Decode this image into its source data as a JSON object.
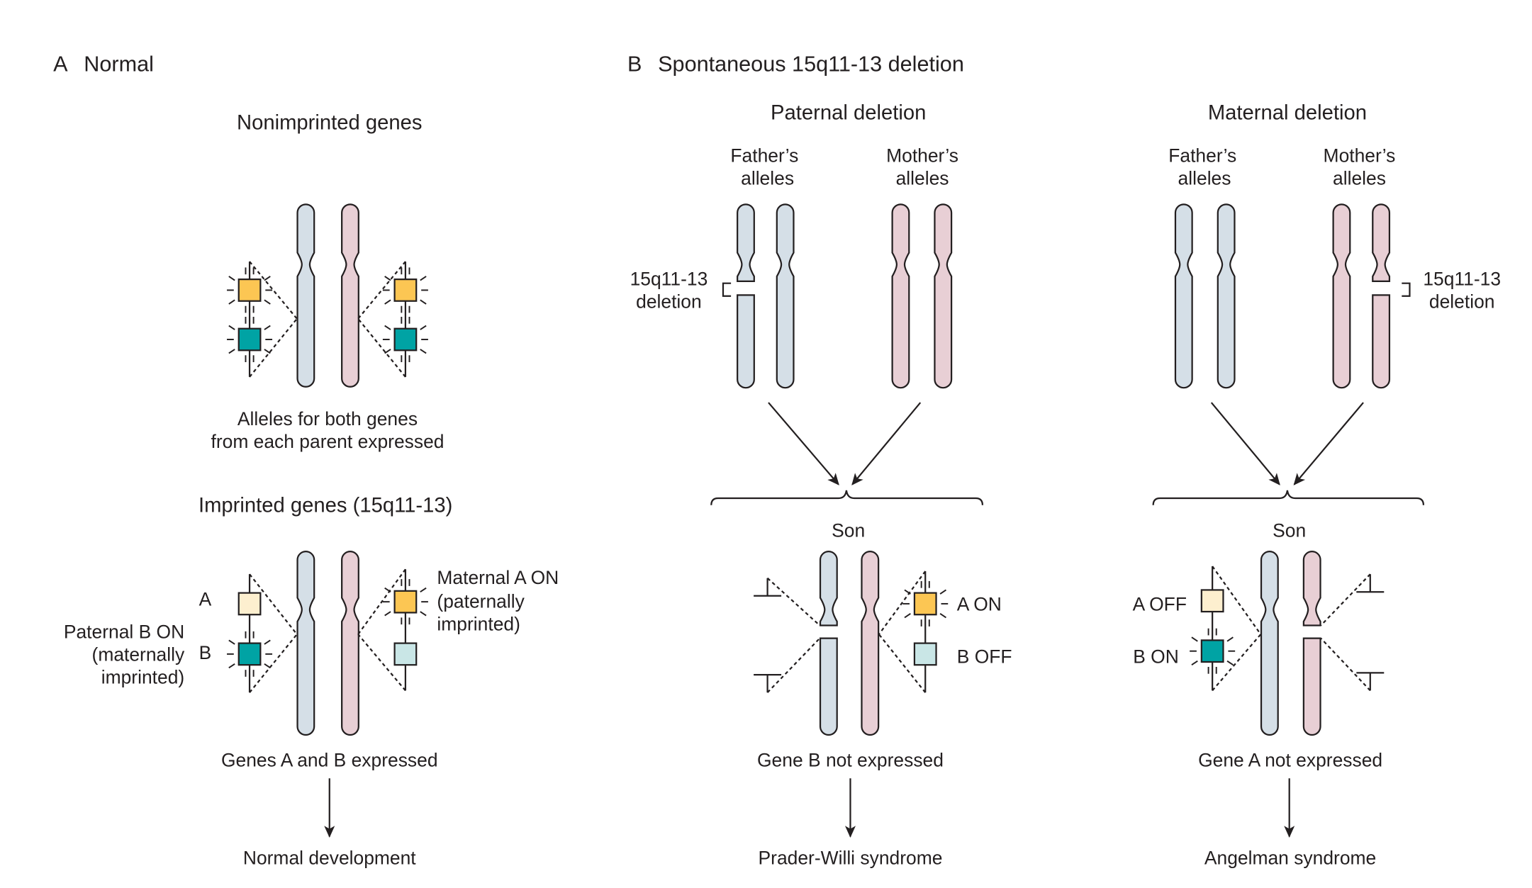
{
  "colors": {
    "paternal_chromosome": "#d5dfe7",
    "maternal_chromosome": "#e8cfd5",
    "gene_a_on": "#fcc653",
    "gene_a_off": "#fdefcf",
    "gene_b_on": "#00a3a4",
    "gene_b_off": "#c9e6e6",
    "outline": "#231f20"
  },
  "panel_a": {
    "letter": "A",
    "title": "Normal",
    "nonimprinted": {
      "title": "Nonimprinted genes",
      "caption_line1": "Alleles for both genes",
      "caption_line2": "from each parent expressed"
    },
    "imprinted": {
      "title": "Imprinted genes (15q11-13)",
      "label_a": "A",
      "label_b": "B",
      "paternal_note_line1": "Paternal B ON",
      "paternal_note_line2": "(maternally",
      "paternal_note_line3": "imprinted)",
      "maternal_note_line1": "Maternal A ON",
      "maternal_note_line2": "(paternally",
      "maternal_note_line3": "imprinted)",
      "caption": "Genes A and B expressed",
      "outcome": "Normal development"
    }
  },
  "panel_b": {
    "letter": "B",
    "title": "Spontaneous 15q11-13 deletion",
    "paternal": {
      "title": "Paternal deletion",
      "father_line1": "Father’s",
      "father_line2": "alleles",
      "mother_line1": "Mother’s",
      "mother_line2": "alleles",
      "deletion_line1": "15q11-13",
      "deletion_line2": "deletion",
      "offspring": "Son",
      "label_a": "A ON",
      "label_b": "B OFF",
      "caption": "Gene B not expressed",
      "outcome": "Prader-Willi syndrome"
    },
    "maternal": {
      "title": "Maternal deletion",
      "father_line1": "Father’s",
      "father_line2": "alleles",
      "mother_line1": "Mother’s",
      "mother_line2": "alleles",
      "deletion_line1": "15q11-13",
      "deletion_line2": "deletion",
      "offspring": "Son",
      "label_a": "A OFF",
      "label_b": "B ON",
      "caption": "Gene A not expressed",
      "outcome": "Angelman syndrome"
    }
  }
}
